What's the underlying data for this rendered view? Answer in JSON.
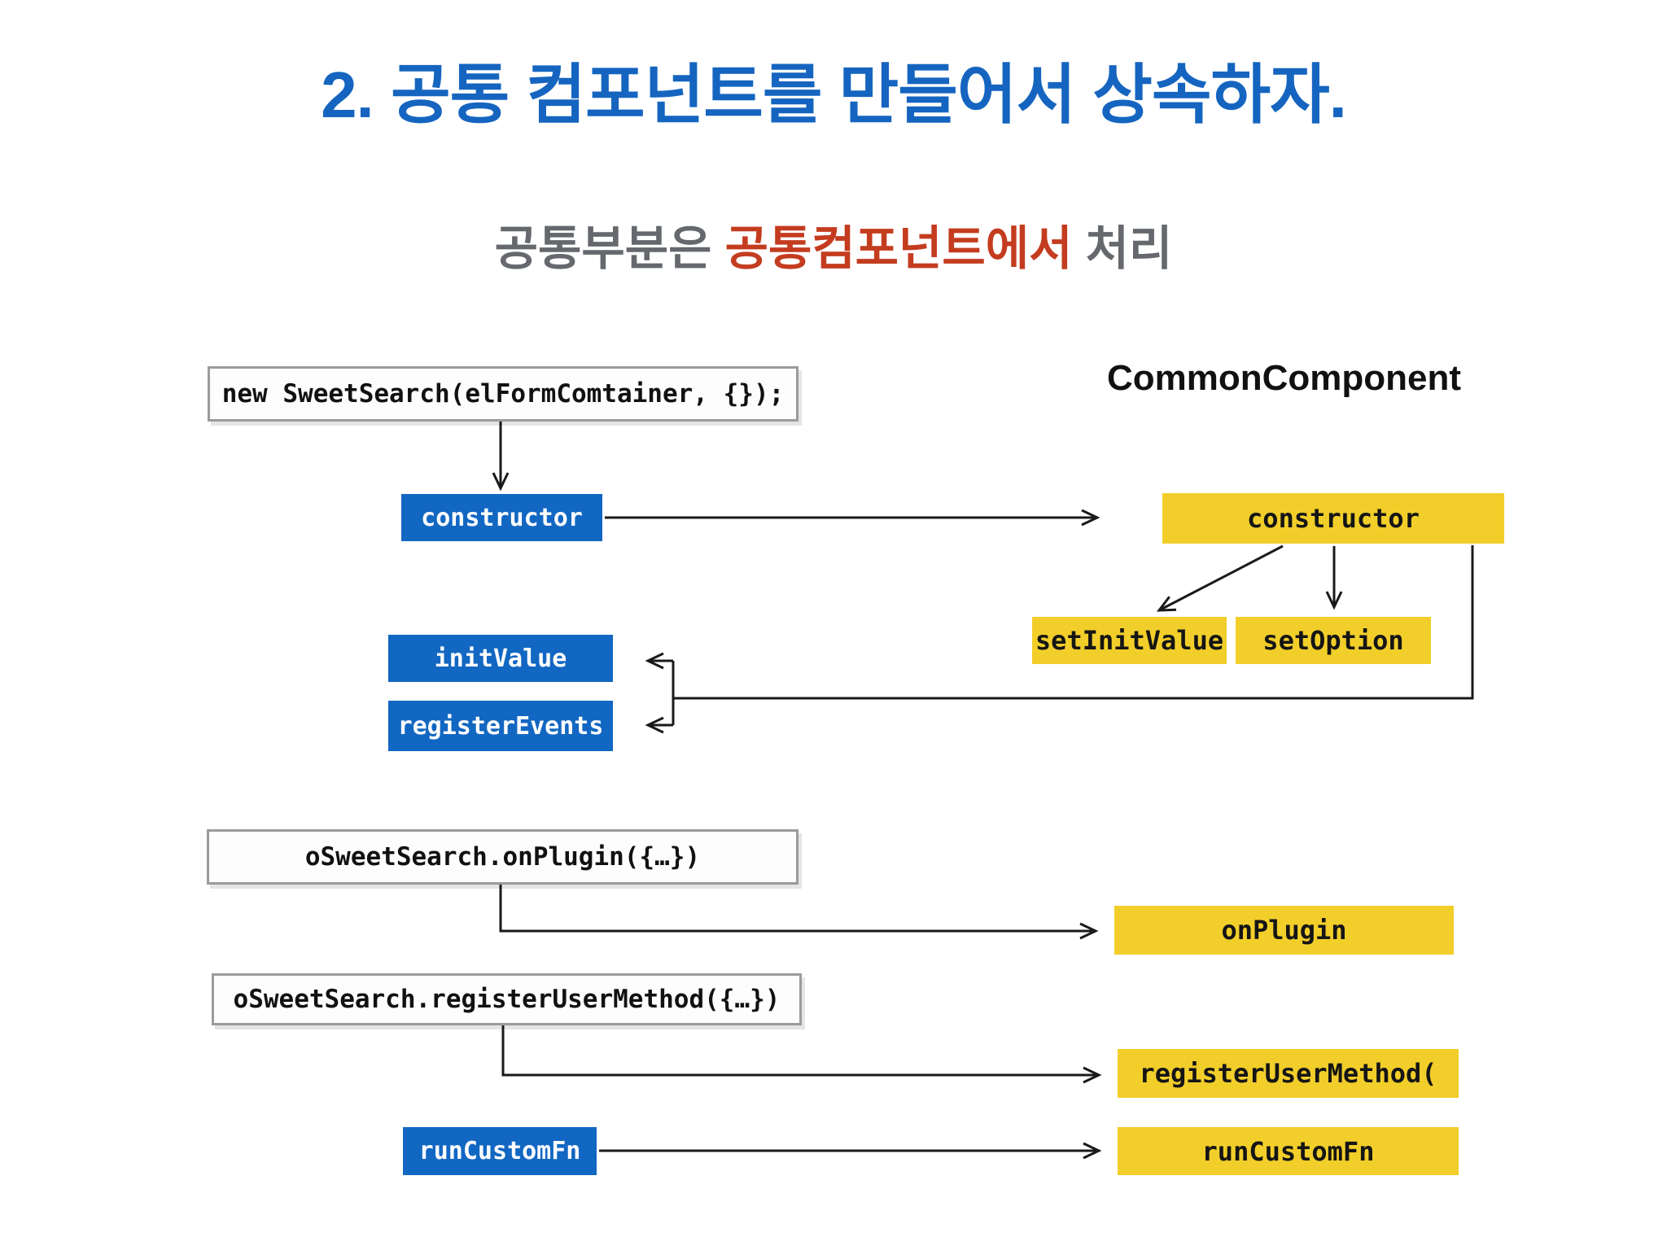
{
  "slide": {
    "title": "2. 공통 컴포넌트를 만들어서 상속하자.",
    "subtitle": {
      "prefix": "공통부분은 ",
      "highlight": "공통컴포넌트에서",
      "suffix": " 처리"
    }
  },
  "colors": {
    "title_blue": "#1565c0",
    "subtitle_gray": "#65686d",
    "subtitle_red": "#c43c1f",
    "node_blue": "#1267c2",
    "node_yellow": "#f2ce2a",
    "wire_black": "#1a1a1a",
    "caller_border": "#9b9b9b"
  },
  "diagram": {
    "class_label": "CommonComponent",
    "callers": {
      "new_sweetsearch": "new SweetSearch(elFormComtainer, {});",
      "on_plugin": "oSweetSearch.onPlugin({…})",
      "register_user_method": "oSweetSearch.registerUserMethod({…})"
    },
    "sweetsearch_nodes": {
      "constructor": "constructor",
      "init_value": "initValue",
      "register_events": "registerEvents",
      "run_custom_fn": "runCustomFn"
    },
    "common_nodes": {
      "constructor": "constructor",
      "set_init_value": "setInitValue",
      "set_option": "setOption",
      "on_plugin": "onPlugin",
      "register_user_method": "registerUserMethod(",
      "run_custom_fn": "runCustomFn"
    }
  }
}
